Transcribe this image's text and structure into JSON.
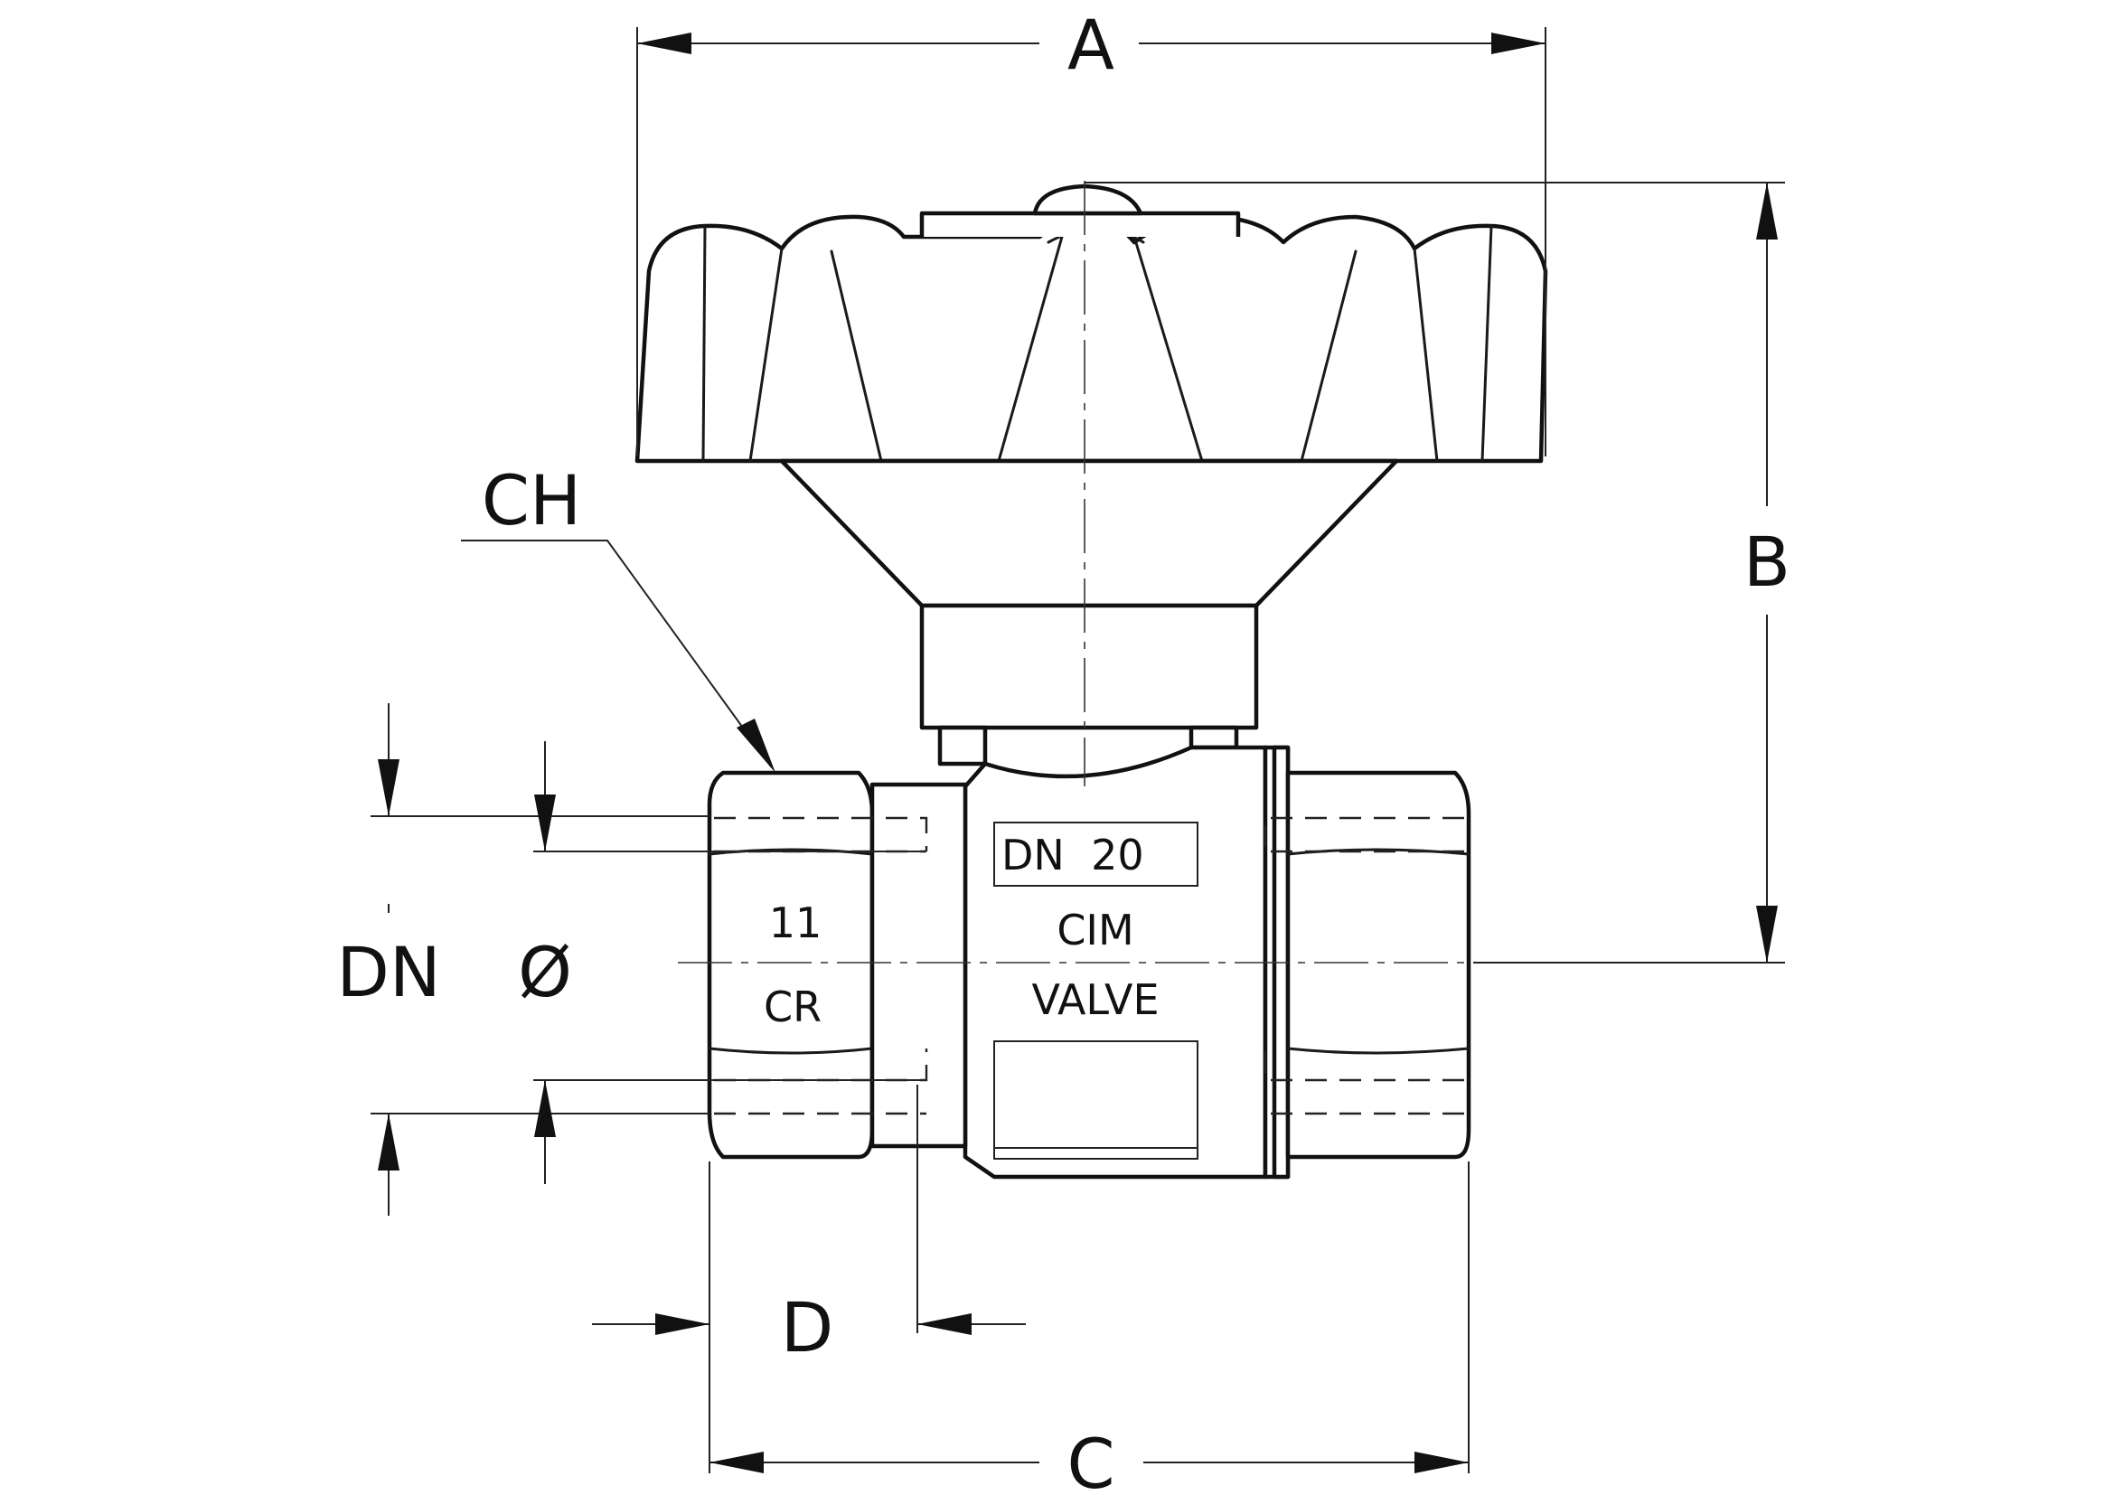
{
  "dimensions": {
    "a": "A",
    "b": "B",
    "c": "C",
    "d": "D",
    "ch": "CH",
    "dn": "DN",
    "diameter": "Ø"
  },
  "body_markings": {
    "size": "DN  20",
    "brand_line1": "CIM",
    "brand_line2": "VALVE",
    "hex_number": "11",
    "logo_letters": "CR"
  },
  "colors": {
    "line": "#111111",
    "background": "#ffffff"
  }
}
